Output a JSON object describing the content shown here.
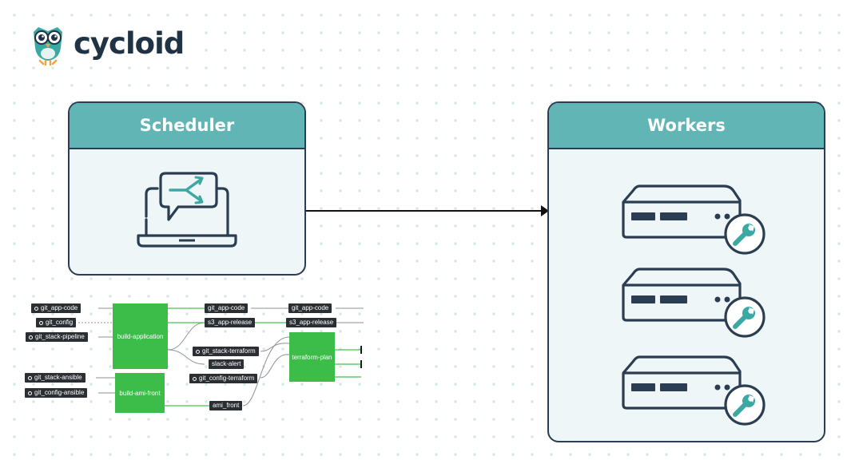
{
  "brand": {
    "name": "cycloid",
    "logo_icon": "owl-logo-icon"
  },
  "scheduler": {
    "title": "Scheduler",
    "icon": "laptop-merge-icon"
  },
  "workers": {
    "title": "Workers",
    "servers": [
      {
        "icon": "server-wrench-icon"
      },
      {
        "icon": "server-wrench-icon"
      },
      {
        "icon": "server-wrench-icon"
      }
    ]
  },
  "arrow": {
    "from": "Scheduler",
    "to": "Workers"
  },
  "pipeline": {
    "inputs": [
      "git_app-code",
      "git_config",
      "git_stack-pipeline",
      "git_stack-ansible",
      "git_config-ansible"
    ],
    "jobs": {
      "build_application": "build-application",
      "build_ami_front": "build-ami-front",
      "terraform_plan": "terraform-plan"
    },
    "middle": {
      "git_app_code": "git_app-code",
      "s3_app_release": "s3_app-release",
      "git_stack_terraform": "git_stack-terraform",
      "slack_alert": "slack-alert",
      "git_config_terraform": "git_config-terraform",
      "ami_front": "ami_front"
    },
    "right": {
      "git_app_code": "git_app-code",
      "s3_app_release": "s3_app-release"
    }
  },
  "colors": {
    "teal": "#62b5b5",
    "navy": "#2b3d52",
    "panel_bg": "#eff6f7",
    "job_green": "#3cbd4a",
    "resource_dark": "#2b2f33"
  }
}
